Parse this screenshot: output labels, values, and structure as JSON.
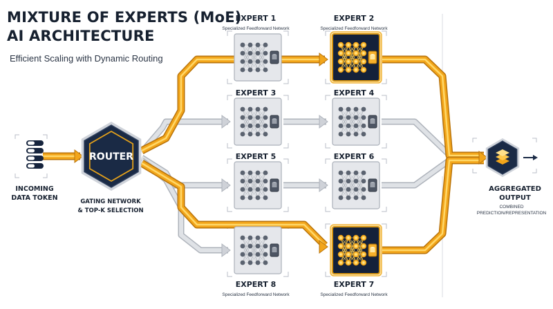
{
  "header": {
    "title_line1": "MIXTURE OF EXPERTS (MoE)",
    "title_line2": "AI ARCHITECTURE",
    "subtitle": "Efficient Scaling with Dynamic Routing"
  },
  "input": {
    "label_line1": "INCOMING",
    "label_line2": "DATA TOKEN"
  },
  "router": {
    "label": "ROUTER",
    "caption_line1": "GATING NETWORK",
    "caption_line2": "& TOP-K SELECTION"
  },
  "experts": [
    {
      "id": 1,
      "name": "EXPERT 1",
      "subtitle": "Specialized Feedforward Network",
      "active": false
    },
    {
      "id": 2,
      "name": "EXPERT 2",
      "subtitle": "Specialized Feedforward Network",
      "active": true
    },
    {
      "id": 3,
      "name": "EXPERT 3",
      "active": false
    },
    {
      "id": 4,
      "name": "EXPERT 4",
      "active": false
    },
    {
      "id": 5,
      "name": "EXPERT 5",
      "active": false
    },
    {
      "id": 6,
      "name": "EXPERT 6",
      "active": false
    },
    {
      "id": 8,
      "name": "EXPERT 8",
      "subtitle": "Specialized Feedforward Network",
      "active": false
    },
    {
      "id": 7,
      "name": "EXPERT 7",
      "subtitle": "Specialized Feedforward Network",
      "active": true
    }
  ],
  "output": {
    "label_line1": "AGGREGATED",
    "label_line2": "OUTPUT",
    "caption_line1": "COMBINED",
    "caption_line2": "PREDICTION/REPRESENTATION"
  },
  "colors": {
    "navy": "#16243d",
    "gold": "#f2a51a",
    "gold_light": "#ffd45e",
    "gray_path": "#c9ccd2",
    "card_gray": "#e5e7eb"
  }
}
